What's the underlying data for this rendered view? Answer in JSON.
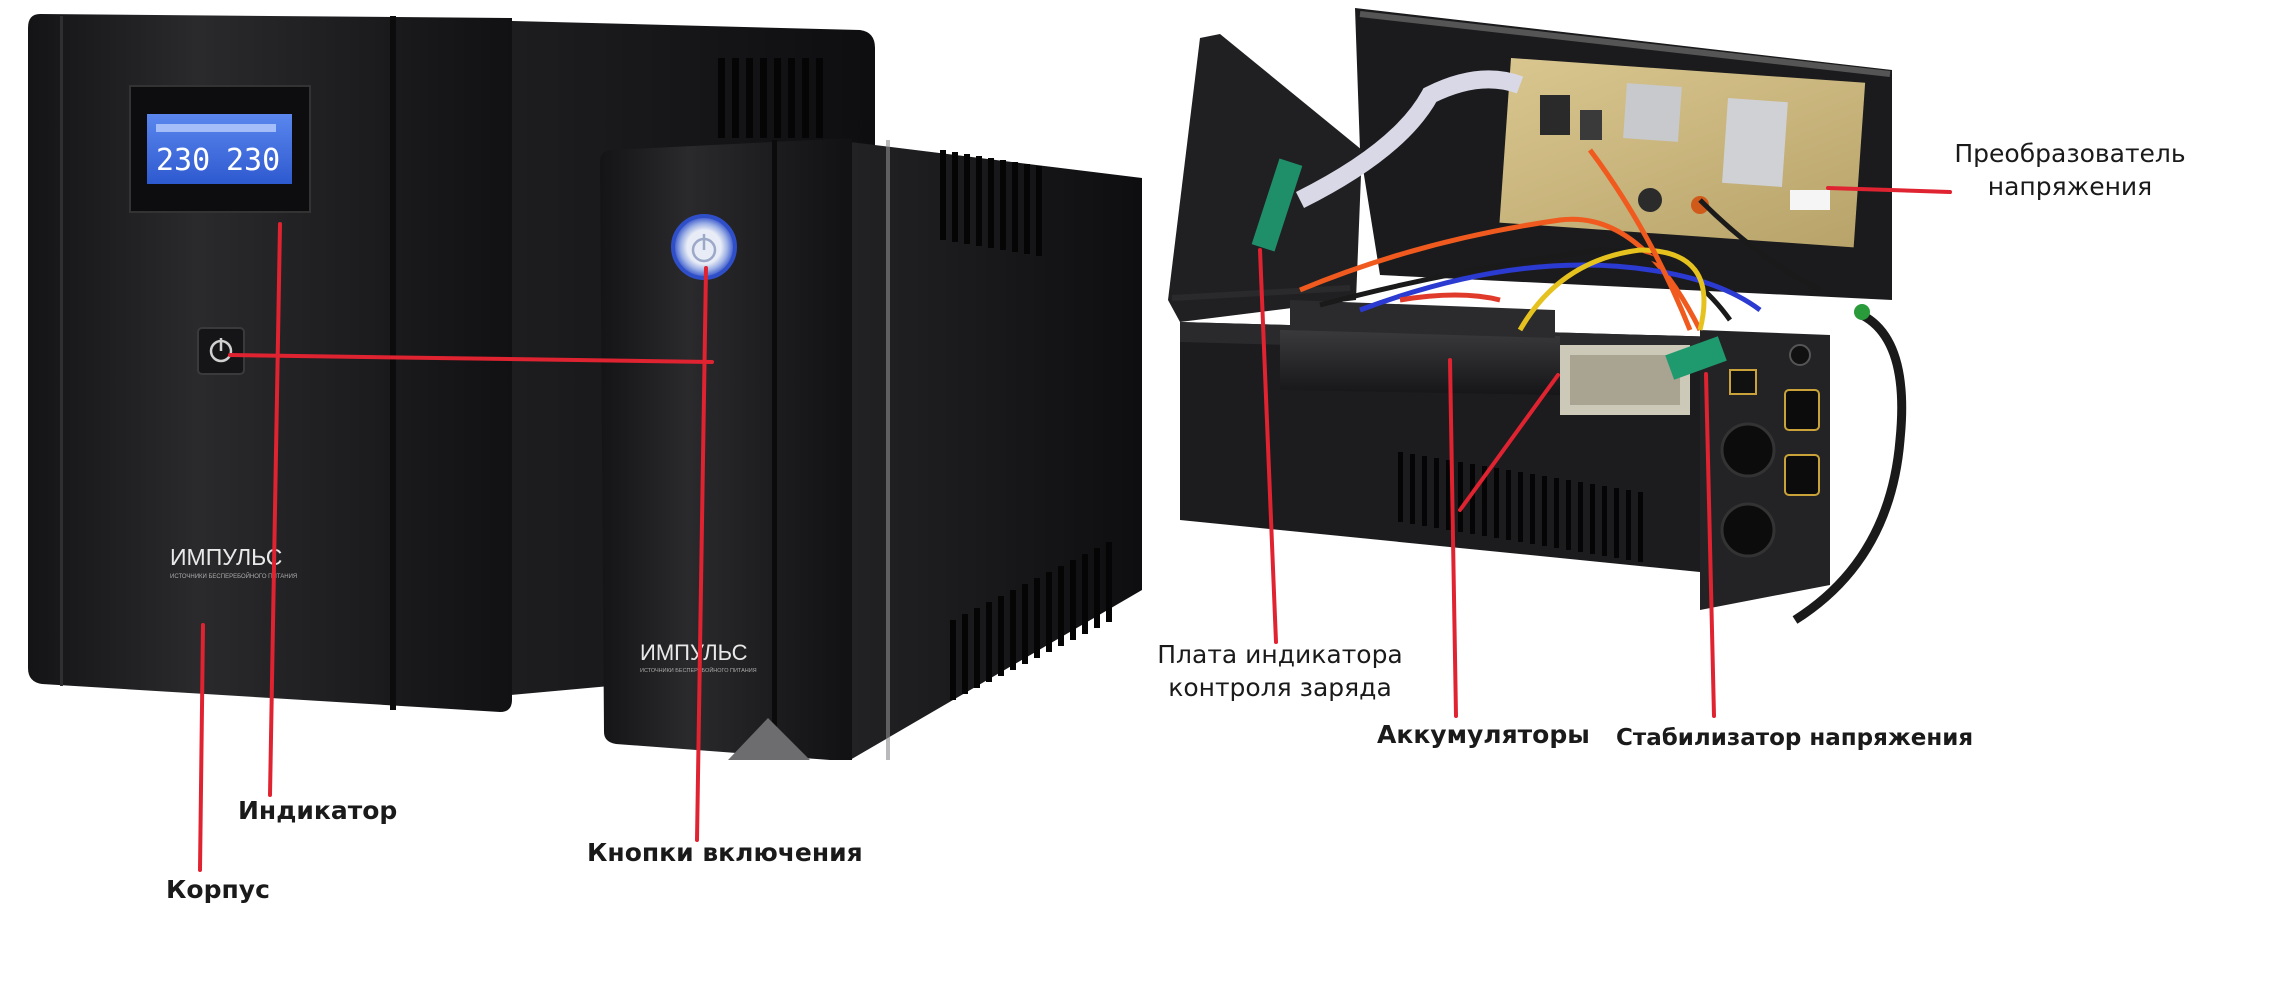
{
  "ups_front": {
    "brand": "ИМПУЛЬС",
    "brand_sub": "ИСТОЧНИКИ БЕСПЕРЕБОЙНОГО ПИТАНИЯ",
    "lcd_input_value": "230",
    "lcd_output_value": "230"
  },
  "annotations": {
    "indicator": "Индикатор",
    "body": "Корпус",
    "power_buttons": "Кнопки включения",
    "charge_board_line1": "Плата индикатора",
    "charge_board_line2": "контроля заряда",
    "batteries": "Аккумуляторы",
    "stabilizer": "Стабилизатор напряжения",
    "converter_line1": "Преобразователь",
    "converter_line2": "напряжения"
  },
  "colors": {
    "callout_line": "#e02331",
    "ups_body": "#1f1f22",
    "lcd_screen": "#3d6fe0",
    "power_ring": "#2f4fc9"
  }
}
